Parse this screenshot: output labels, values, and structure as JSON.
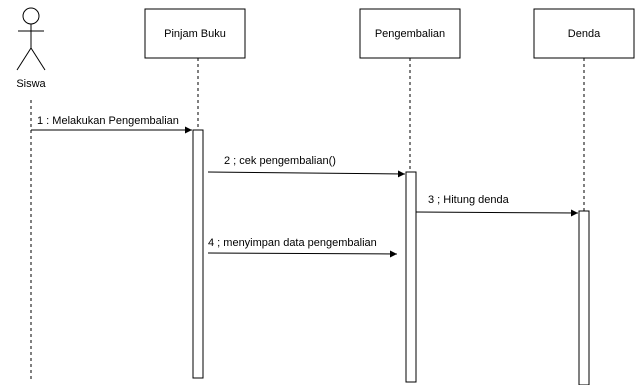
{
  "diagram": {
    "actor": {
      "label": "Siswa"
    },
    "lifelines": [
      {
        "label": "Pinjam Buku"
      },
      {
        "label": "Pengembalian"
      },
      {
        "label": "Denda"
      }
    ],
    "messages": [
      {
        "label": "1 : Melakukan Pengembalian"
      },
      {
        "label": "2 ; cek pengembalian()"
      },
      {
        "label": "3 ; Hitung denda"
      },
      {
        "label": "4 ; menyimpan data pengembalian"
      }
    ]
  }
}
